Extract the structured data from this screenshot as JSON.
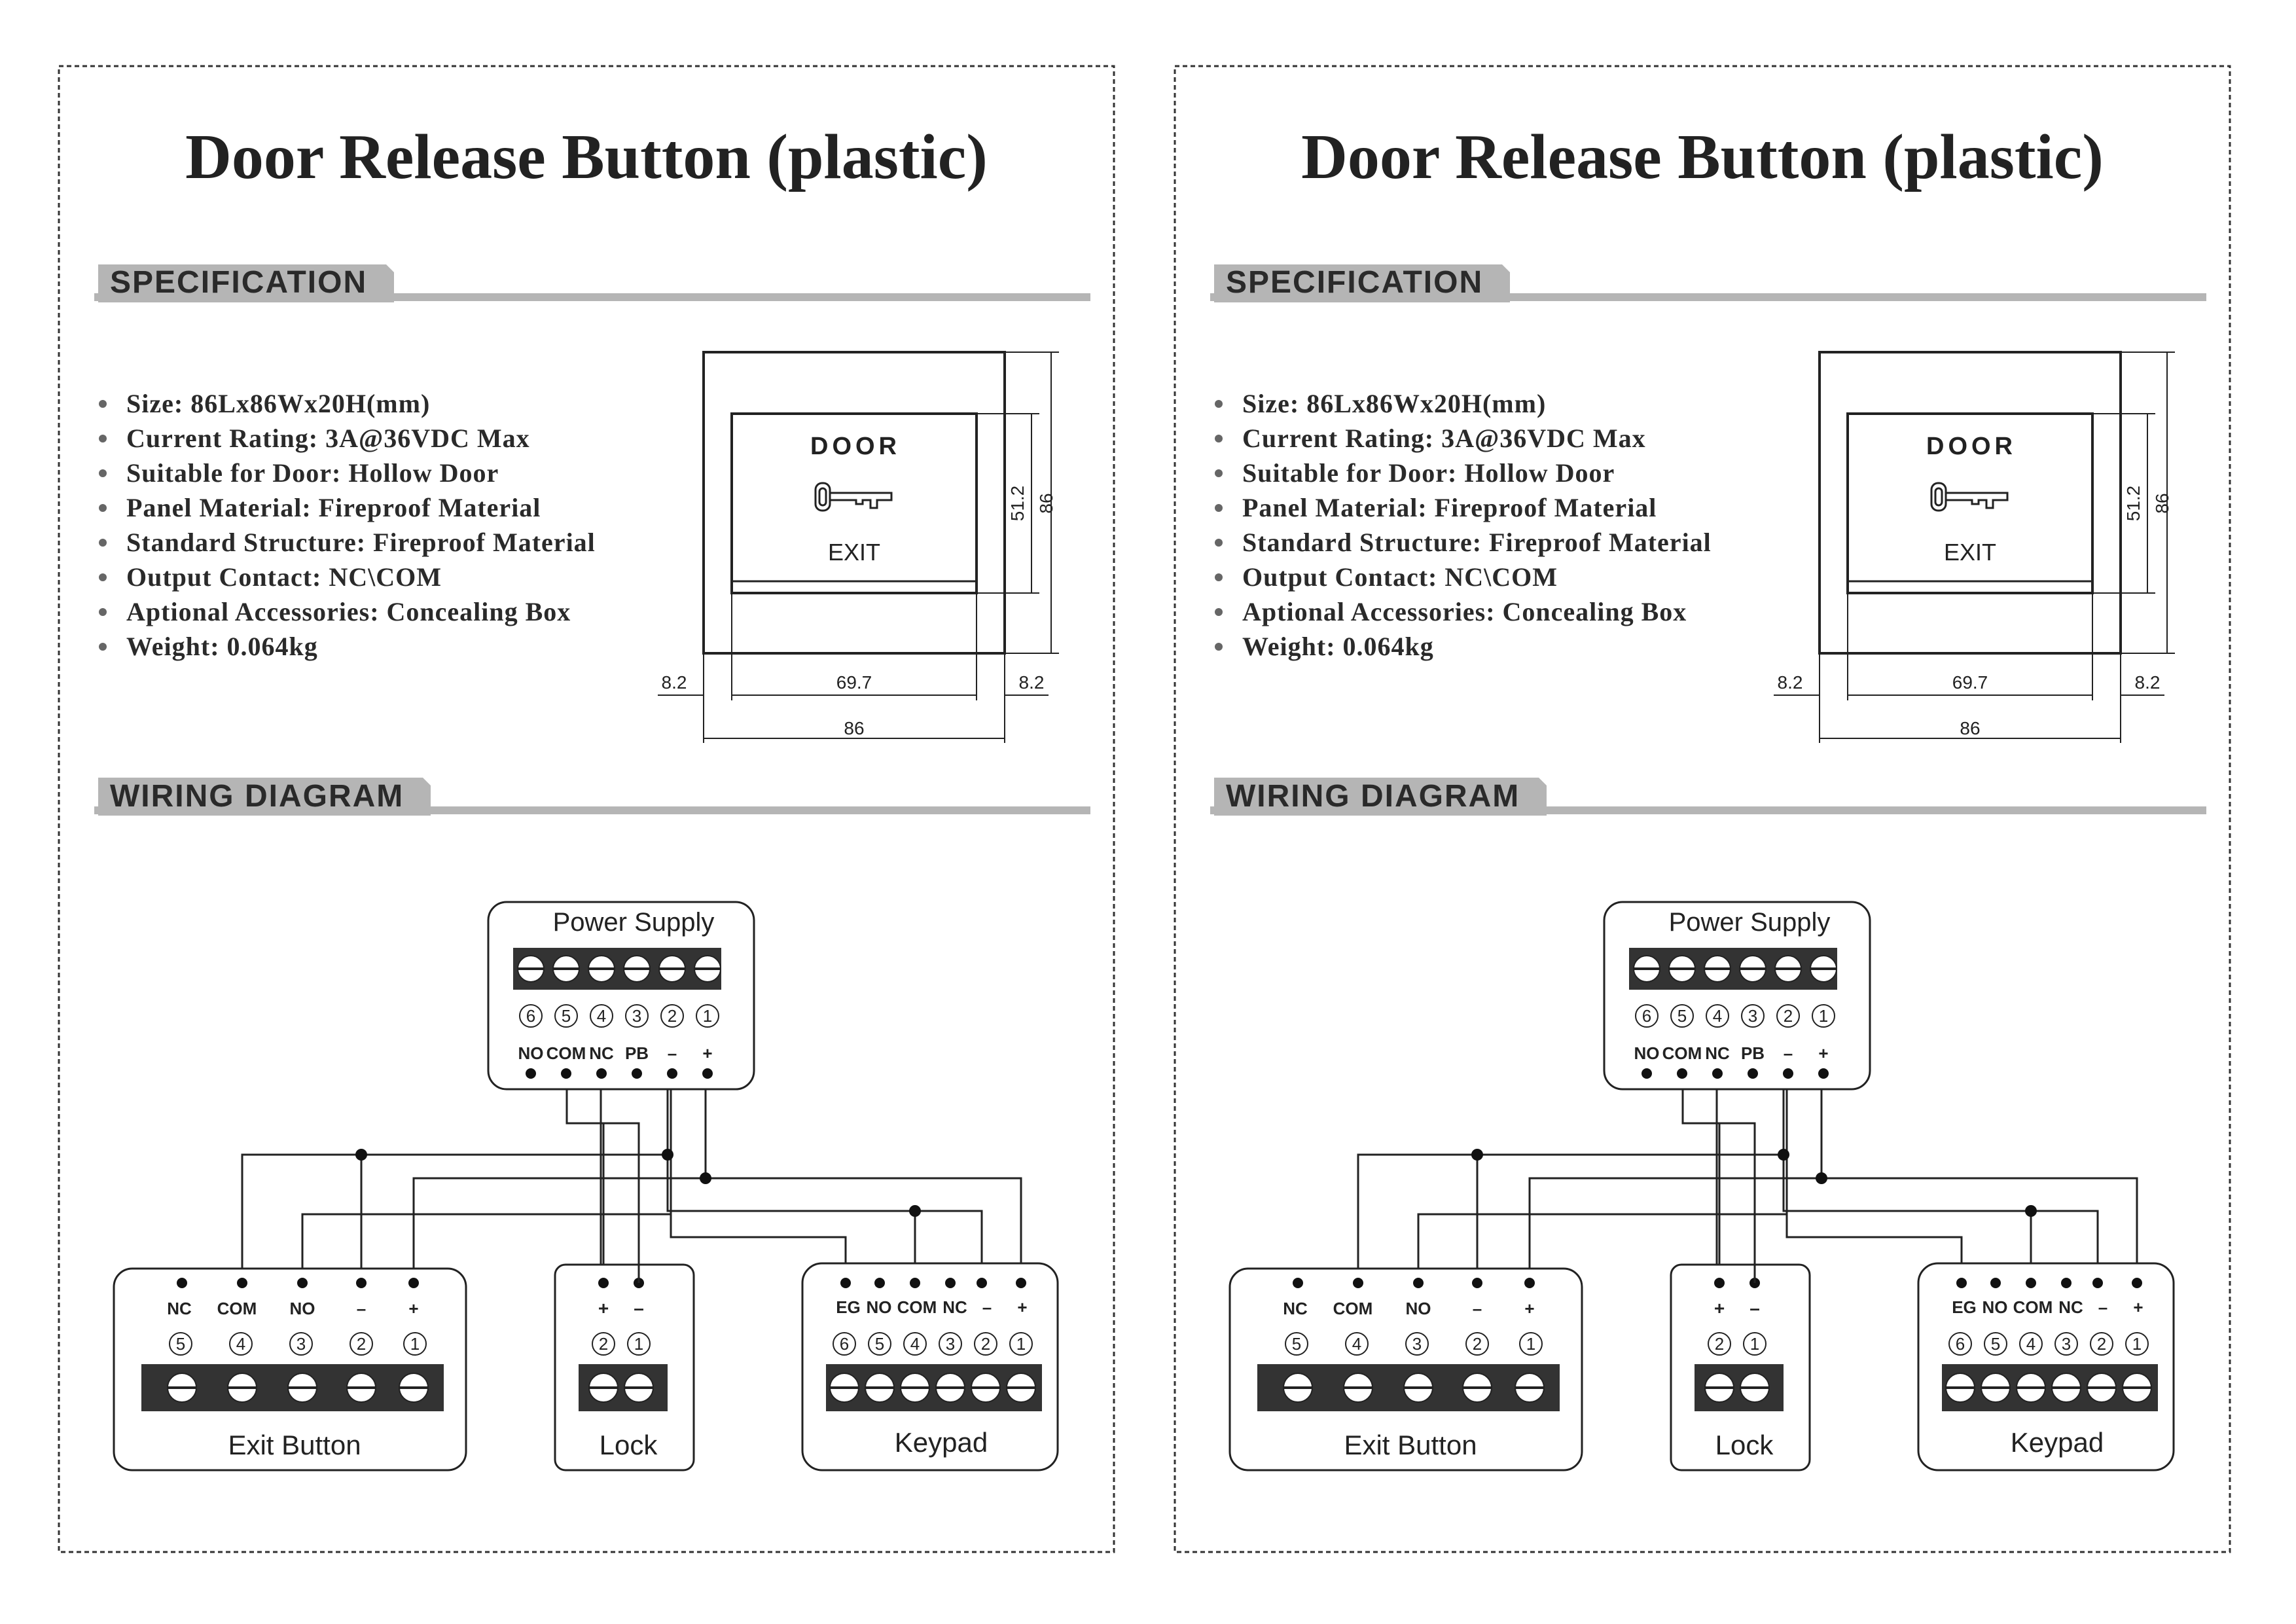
{
  "panels": [
    {
      "title": "Door Release Button (plastic)",
      "spec_heading": "SPECIFICATION",
      "specs": [
        "Size: 86Lx86Wx20H(mm)",
        "Current Rating:  3A@36VDC Max",
        "Suitable for Door: Hollow Door",
        "Panel Material: Fireproof Material",
        "Standard Structure: Fireproof Material",
        "Output Contact:  NC\\COM",
        "Aptional Accessories: Concealing Box",
        "Weight: 0.064kg"
      ],
      "drawing": {
        "door_label": "DOOR",
        "exit_label": "EXIT",
        "dim_left": "8.2",
        "dim_center": "69.7",
        "dim_right": "8.2",
        "dim_total": "86",
        "dim_inner_height": "51.2",
        "dim_height": "86"
      },
      "wiring_heading": "WIRING DIAGRAM",
      "power_supply": {
        "label": "Power Supply",
        "numbers": [
          "6",
          "5",
          "4",
          "3",
          "2",
          "1"
        ],
        "terminals": [
          "NO",
          "COM",
          "NC",
          "PB",
          "–",
          "+"
        ]
      },
      "exit_button": {
        "label": "Exit Button",
        "terminals": [
          "NC",
          "COM",
          "NO",
          "–",
          "+"
        ],
        "numbers": [
          "5",
          "4",
          "3",
          "2",
          "1"
        ]
      },
      "lock": {
        "label": "Lock",
        "terminals": [
          "+",
          "–"
        ],
        "numbers": [
          "2",
          "1"
        ]
      },
      "keypad": {
        "label": "Keypad",
        "terminals": [
          "EG",
          "NO",
          "COM",
          "NC",
          "–",
          "+"
        ],
        "numbers": [
          "6",
          "5",
          "4",
          "3",
          "2",
          "1"
        ]
      }
    },
    {
      "title": "Door Release Button (plastic)",
      "spec_heading": "SPECIFICATION",
      "specs": [
        "Size: 86Lx86Wx20H(mm)",
        "Current Rating:  3A@36VDC Max",
        "Suitable for Door: Hollow Door",
        "Panel Material: Fireproof Material",
        "Standard Structure: Fireproof Material",
        "Output Contact:  NC\\COM",
        "Aptional Accessories: Concealing Box",
        "Weight: 0.064kg"
      ],
      "drawing": {
        "door_label": "DOOR",
        "exit_label": "EXIT",
        "dim_left": "8.2",
        "dim_center": "69.7",
        "dim_right": "8.2",
        "dim_total": "86",
        "dim_inner_height": "51.2",
        "dim_height": "86"
      },
      "wiring_heading": "WIRING DIAGRAM",
      "power_supply": {
        "label": "Power Supply",
        "numbers": [
          "6",
          "5",
          "4",
          "3",
          "2",
          "1"
        ],
        "terminals": [
          "NO",
          "COM",
          "NC",
          "PB",
          "–",
          "+"
        ]
      },
      "exit_button": {
        "label": "Exit Button",
        "terminals": [
          "NC",
          "COM",
          "NO",
          "–",
          "+"
        ],
        "numbers": [
          "5",
          "4",
          "3",
          "2",
          "1"
        ]
      },
      "lock": {
        "label": "Lock",
        "terminals": [
          "+",
          "–"
        ],
        "numbers": [
          "2",
          "1"
        ]
      },
      "keypad": {
        "label": "Keypad",
        "terminals": [
          "EG",
          "NO",
          "COM",
          "NC",
          "–",
          "+"
        ],
        "numbers": [
          "6",
          "5",
          "4",
          "3",
          "2",
          "1"
        ]
      }
    }
  ]
}
